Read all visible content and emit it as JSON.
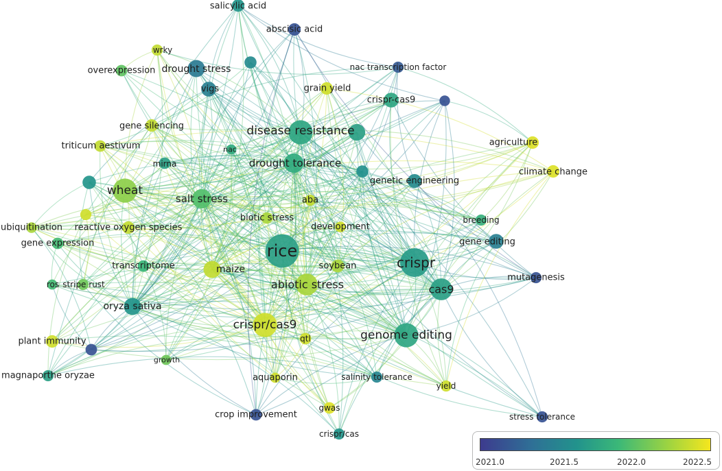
{
  "nodes": [
    {
      "label": "rice",
      "year": 2021.7,
      "weight": 6
    },
    {
      "label": "crispr",
      "year": 2021.65,
      "weight": 5
    },
    {
      "label": "disease resistance",
      "year": 2021.75,
      "weight": 4
    },
    {
      "label": "genome editing",
      "year": 2021.75,
      "weight": 4
    },
    {
      "label": "crispr/cas9",
      "year": 2022.45,
      "weight": 4
    },
    {
      "label": "wheat",
      "year": 2022.2,
      "weight": 4
    },
    {
      "label": "abiotic stress",
      "year": 2022.3,
      "weight": 3.5
    },
    {
      "label": "cas9",
      "year": 2021.7,
      "weight": 3.5
    },
    {
      "label": "drought tolerance",
      "year": 2021.8,
      "weight": 3
    },
    {
      "label": "salt stress",
      "year": 2022.0,
      "weight": 3
    },
    {
      "label": "maize",
      "year": 2022.4,
      "weight": 2.5
    },
    {
      "label": "oryza sativa",
      "year": 2021.6,
      "weight": 2.5
    },
    {
      "label": "drought stress",
      "year": 2021.35,
      "weight": 2.5
    },
    {
      "label": "gene editing",
      "year": 2021.4,
      "weight": 2
    },
    {
      "label": "vigs",
      "year": 2021.4,
      "weight": 2
    },
    {
      "label": "crispr-cas9",
      "year": 2021.75,
      "weight": 2
    },
    {
      "label": "genetic engineering",
      "year": 2021.5,
      "weight": 1.8
    },
    {
      "label": "salicylic acid",
      "year": 2021.6,
      "weight": 1.5
    },
    {
      "label": "abscisic acid",
      "year": 2021.05,
      "weight": 1.5
    },
    {
      "label": "nac transcription factor",
      "year": 2021.1,
      "weight": 1.2
    },
    {
      "label": "wrky",
      "year": 2022.4,
      "weight": 1.2
    },
    {
      "label": "overexpression",
      "year": 2022.05,
      "weight": 1.3
    },
    {
      "label": "grain yield",
      "year": 2022.45,
      "weight": 1.5
    },
    {
      "label": "gene silencing",
      "year": 2022.4,
      "weight": 1.5
    },
    {
      "label": "triticum aestivum",
      "year": 2022.4,
      "weight": 1.3
    },
    {
      "label": "nac",
      "year": 2021.8,
      "weight": 1
    },
    {
      "label": "mirna",
      "year": 2021.7,
      "weight": 1.3
    },
    {
      "label": "agriculture",
      "year": 2022.5,
      "weight": 1.5
    },
    {
      "label": "climate change",
      "year": 2022.5,
      "weight": 1.5
    },
    {
      "label": "aba",
      "year": 2022.4,
      "weight": 1.2
    },
    {
      "label": "biotic stress",
      "year": 2022.3,
      "weight": 1.3
    },
    {
      "label": "development",
      "year": 2022.45,
      "weight": 1.1
    },
    {
      "label": "breeding",
      "year": 2021.85,
      "weight": 1.2
    },
    {
      "label": "ubiquitination",
      "year": 2022.3,
      "weight": 1.1
    },
    {
      "label": "reactive oxygen species",
      "year": 2022.4,
      "weight": 1.5
    },
    {
      "label": "gene expression",
      "year": 2021.95,
      "weight": 1.3
    },
    {
      "label": "transcriptome",
      "year": 2021.9,
      "weight": 1.3
    },
    {
      "label": "soybean",
      "year": 2022.3,
      "weight": 1.6
    },
    {
      "label": "mutagenesis",
      "year": 2021.05,
      "weight": 1.2
    },
    {
      "label": "ros",
      "year": 2021.95,
      "weight": 1
    },
    {
      "label": "stripe rust",
      "year": 2022.1,
      "weight": 1.2
    },
    {
      "label": "plant immunity",
      "year": 2022.45,
      "weight": 1.5
    },
    {
      "label": "qtl",
      "year": 2022.45,
      "weight": 1.3
    },
    {
      "label": "growth",
      "year": 2022.1,
      "weight": 1
    },
    {
      "label": "magnaporthe oryzae",
      "year": 2021.7,
      "weight": 1.2
    },
    {
      "label": "aquaporin",
      "year": 2022.45,
      "weight": 1
    },
    {
      "label": "salinity tolerance",
      "year": 2021.45,
      "weight": 1.2
    },
    {
      "label": "yield",
      "year": 2022.45,
      "weight": 1.2
    },
    {
      "label": "gwas",
      "year": 2022.5,
      "weight": 1.3
    },
    {
      "label": "crop improvement",
      "year": 2021.05,
      "weight": 1.3
    },
    {
      "label": "stress tolerance",
      "year": 2021.05,
      "weight": 1.2
    },
    {
      "label": "crispr/cas",
      "year": 2021.6,
      "weight": 1.2
    }
  ],
  "extra_nodes": [
    {
      "id": "u1",
      "year": 2021.6,
      "weight": 1.7
    },
    {
      "id": "u2",
      "year": 2021.5,
      "weight": 1.4
    },
    {
      "id": "u3",
      "year": 2021.55,
      "weight": 1.4
    },
    {
      "id": "u4",
      "year": 2021.05,
      "weight": 1.1
    },
    {
      "id": "u5",
      "year": 2022.45,
      "weight": 1.2
    },
    {
      "id": "u6",
      "year": 2021.05,
      "weight": 1.3
    },
    {
      "id": "u7",
      "year": 2021.7,
      "weight": 2.4
    }
  ],
  "legend": {
    "scale_min": 2020.9,
    "scale_max": 2022.6,
    "ticks": [
      "2021.0",
      "2021.5",
      "2022.0",
      "2022.5"
    ],
    "colors": [
      "#3d3b8e",
      "#2f6f96",
      "#22938c",
      "#3bb878",
      "#9fd440",
      "#f5e61e"
    ]
  }
}
